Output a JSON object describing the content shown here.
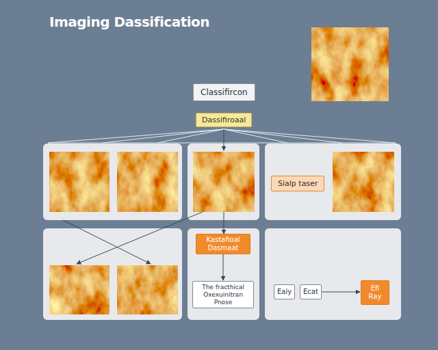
{
  "diagram": {
    "title": "Imaging Dassification",
    "nodes": [
      {
        "text": [
          "Classifircon"
        ]
      },
      {
        "text": [
          "Dassifiroaal"
        ]
      },
      {
        "text": [
          "Sialp taser"
        ]
      },
      {
        "text": [
          "Kastafioal Dasmaat"
        ]
      },
      {
        "text": [
          "The fracthical Oxexuinitran Pnose"
        ]
      },
      {
        "text": [
          "Eaiy"
        ]
      },
      {
        "text": [
          "Ecat"
        ]
      },
      {
        "text": [
          "Efi Ray"
        ]
      }
    ],
    "edges": [
      {
        "from": 3,
        "to": 4,
        "arrow": "to"
      },
      {
        "from": 6,
        "to": 7,
        "arrow": "to"
      }
    ]
  }
}
